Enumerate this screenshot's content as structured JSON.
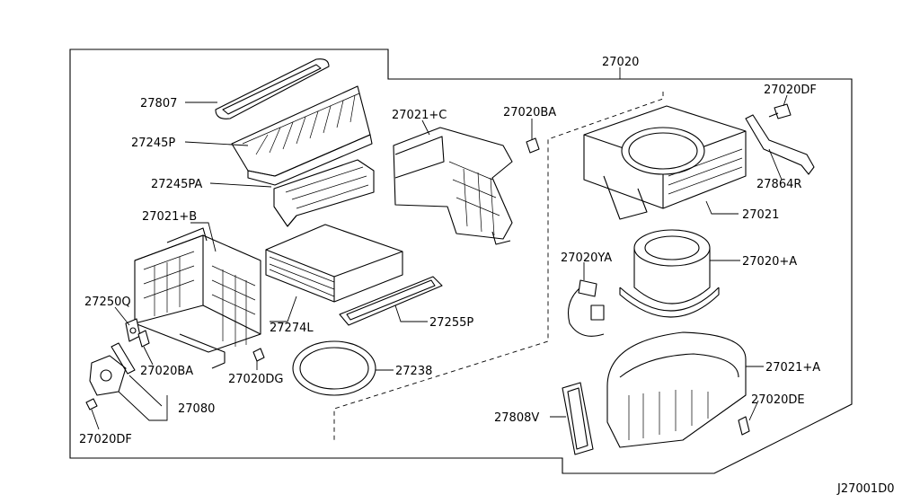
{
  "main_part_number": "27020",
  "drawing_code": "J27001D0",
  "parts": {
    "p27807": "27807",
    "p27245P": "27245P",
    "p27245PA": "27245PA",
    "p27021B": "27021+B",
    "p27250Q": "27250Q",
    "p27020BA_left": "27020BA",
    "p27020DG": "27020DG",
    "p27274L": "27274L",
    "p27255P": "27255P",
    "p27238": "27238",
    "p27080": "27080",
    "p27020DF_left": "27020DF",
    "p27021C": "27021+C",
    "p27020BA_mid": "27020BA",
    "p27020DF_right": "27020DF",
    "p27864R": "27864R",
    "p27021": "27021",
    "p27020YA": "27020YA",
    "p27020A": "27020+A",
    "p27021A": "27021+A",
    "p27020DE": "27020DE",
    "p27808V": "27808V"
  }
}
